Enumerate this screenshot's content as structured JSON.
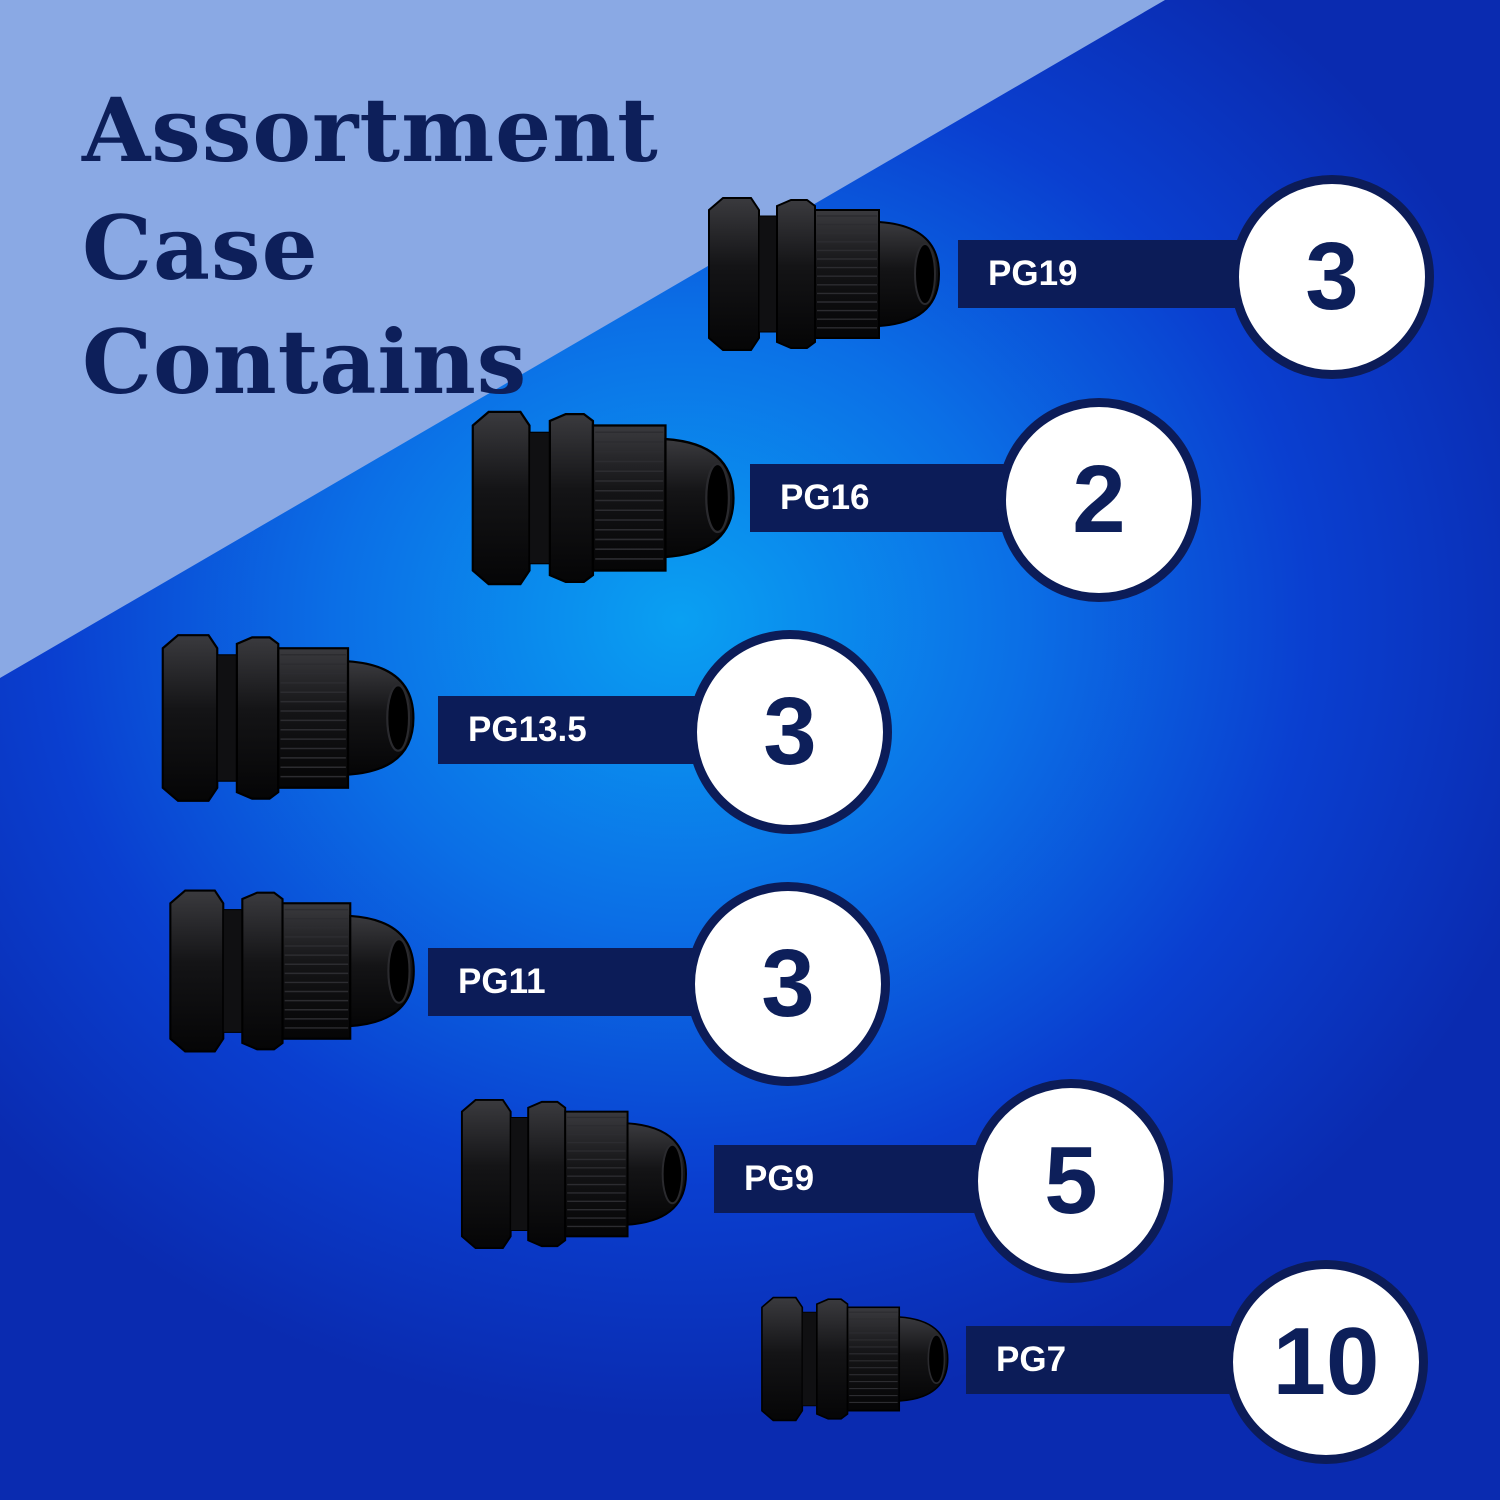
{
  "title": {
    "line1": "Assortment",
    "line2": "Case",
    "line3": "Contains"
  },
  "items": [
    {
      "size": "PG19",
      "count": "3",
      "marking": "PG19"
    },
    {
      "size": "PG16",
      "count": "2",
      "marking": "PG16"
    },
    {
      "size": "PG13.5",
      "count": "3",
      "marking": "PG13.5"
    },
    {
      "size": "PG11",
      "count": "3",
      "marking": "PG11"
    },
    {
      "size": "PG9",
      "count": "5",
      "marking": "PG9"
    },
    {
      "size": "PG7",
      "count": "10",
      "marking": "PG7"
    }
  ],
  "colors": {
    "navy": "#0c1c58",
    "light_band": "#8aa9e4",
    "background": "#0b6fe6",
    "badge_fill": "#ffffff"
  },
  "icons": [
    "cable-gland-icon"
  ]
}
